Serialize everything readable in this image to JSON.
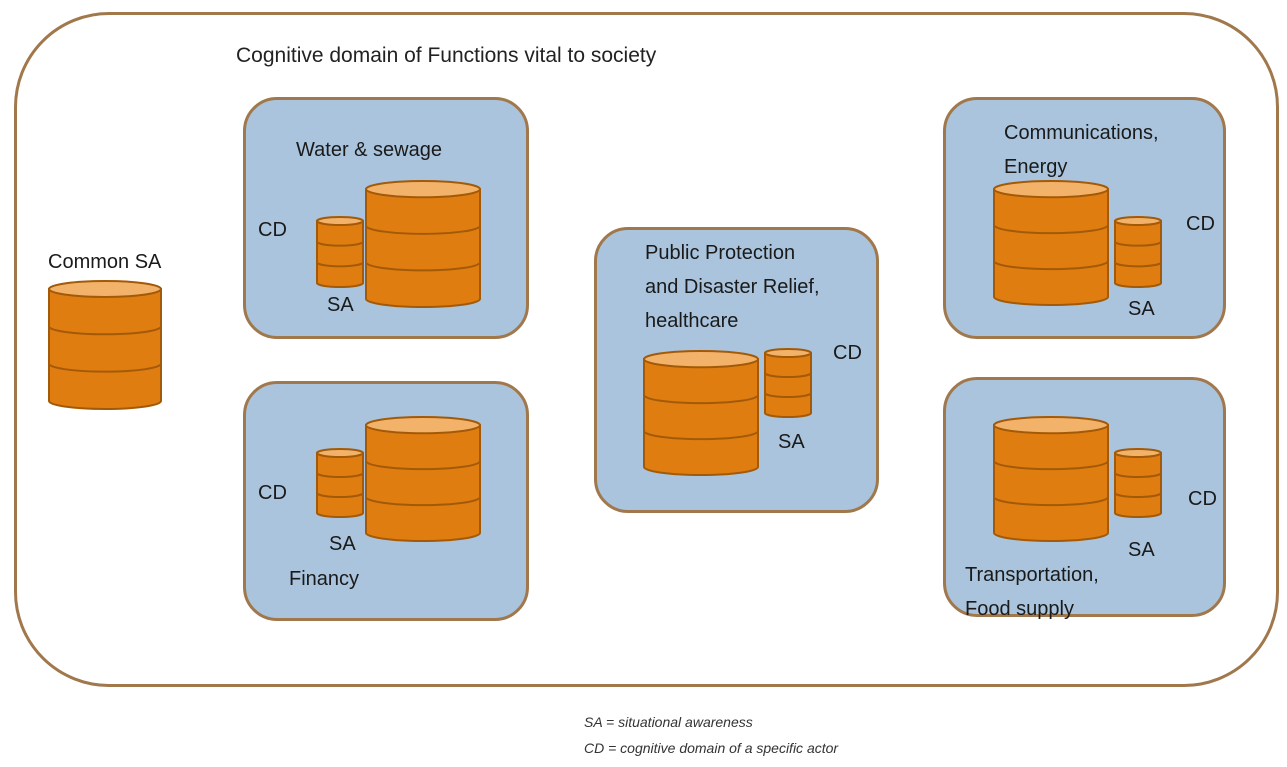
{
  "title": "Cognitive domain of Functions vital to society",
  "common_sa_label": "Common SA",
  "boxes": {
    "water": {
      "title": "Water & sewage",
      "cd": "CD",
      "sa": "SA"
    },
    "finance": {
      "title": "Financy",
      "cd": "CD",
      "sa": "SA"
    },
    "public": {
      "title": "Public Protection\nand Disaster Relief,\nhealthcare",
      "cd": "CD",
      "sa": "SA"
    },
    "comms": {
      "title": "Communications,\nEnergy",
      "cd": "CD",
      "sa": "SA"
    },
    "transport": {
      "title": "Transportation,\nFood supply",
      "cd": "CD",
      "sa": "SA"
    }
  },
  "legend": {
    "sa": "SA = situational awareness",
    "cd": "CD = cognitive domain of a specific actor"
  },
  "colors": {
    "cylinder_fill": "#e07d10",
    "cylinder_top": "#f3b26a",
    "cylinder_stroke": "#a35a08",
    "box_fill": "#a9c4dc",
    "border": "#a0784c"
  }
}
